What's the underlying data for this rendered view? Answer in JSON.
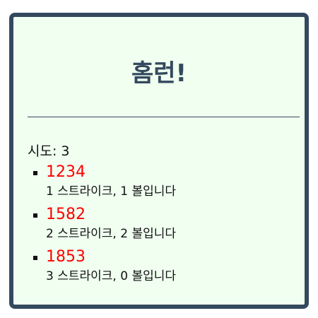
{
  "game": {
    "title": "홈런!",
    "attempts_label": "시도:",
    "attempts_count": "3"
  },
  "guesses": [
    {
      "number": "1234",
      "result": "1 스트라이크, 1 볼입니다"
    },
    {
      "number": "1582",
      "result": "2 스트라이크, 2 볼입니다"
    },
    {
      "number": "1853",
      "result": "3 스트라이크, 0 볼입니다"
    }
  ],
  "colors": {
    "border": "#34495e",
    "background": "#f0fff0",
    "guess_number": "#ff0000"
  }
}
